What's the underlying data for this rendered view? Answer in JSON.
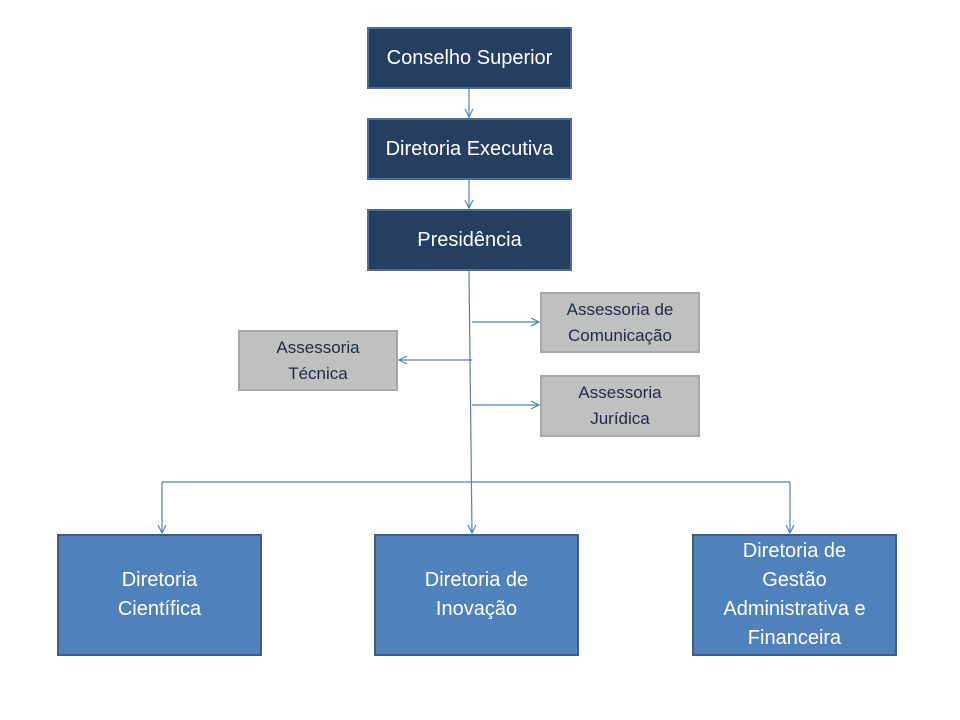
{
  "diagram": {
    "nodes": {
      "conselho_superior": "Conselho Superior",
      "diretoria_executiva": "Diretoria Executiva",
      "presidencia": "Presidência",
      "assessoria_tecnica": "Assessoria\nTécnica",
      "assessoria_comunicacao": "Assessoria  de\nComunicação",
      "assessoria_juridica": "Assessoria\nJurídica",
      "diretoria_cientifica": "Diretoria\nCientífica",
      "diretoria_inovacao": "Diretoria de\nInovação",
      "diretoria_gestao": "Diretoria de\nGestão\nAdministrativa e\nFinanceira"
    },
    "edges": [
      {
        "from": "conselho_superior",
        "to": "diretoria_executiva"
      },
      {
        "from": "diretoria_executiva",
        "to": "presidencia"
      },
      {
        "from": "presidencia",
        "to": "assessoria_tecnica"
      },
      {
        "from": "presidencia",
        "to": "assessoria_comunicacao"
      },
      {
        "from": "presidencia",
        "to": "assessoria_juridica"
      },
      {
        "from": "presidencia",
        "to": "diretoria_cientifica"
      },
      {
        "from": "presidencia",
        "to": "diretoria_inovacao"
      },
      {
        "from": "presidencia",
        "to": "diretoria_gestao"
      }
    ],
    "colors": {
      "top_level": "#243f60",
      "advisory": "#c0c0c0",
      "directorates": "#4f81bd",
      "connector": "#4f81bd"
    }
  }
}
